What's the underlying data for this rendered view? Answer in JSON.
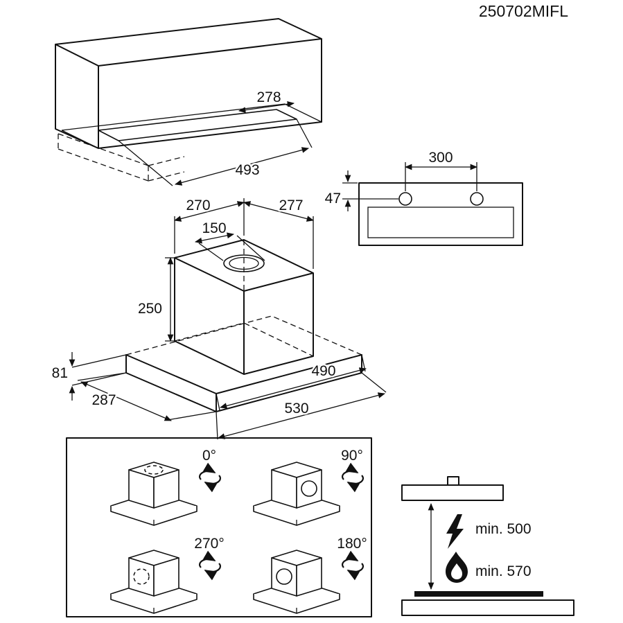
{
  "page": {
    "background": "#ffffff",
    "line_color": "#111111"
  },
  "header": {
    "model_number": "250702MIFL"
  },
  "cabinet_view": {
    "dim_cutout_depth": "278",
    "dim_cutout_width": "493"
  },
  "front_view": {
    "dim_bracket_spacing": "300",
    "dim_top_offset": "47"
  },
  "iso_view": {
    "dim_top_depth": "270",
    "dim_top_width": "277",
    "dim_duct_diameter": "150",
    "dim_body_height": "250",
    "dim_panel_height": "81",
    "dim_panel_depth": "287",
    "dim_canopy_width": "490",
    "dim_total_width": "530"
  },
  "orientation_panel": {
    "rotation_icon": "rotation-arrows",
    "cells": [
      {
        "angle": "0°"
      },
      {
        "angle": "90°"
      },
      {
        "angle": "270°"
      },
      {
        "angle": "180°"
      }
    ]
  },
  "clearance_view": {
    "electric_icon": "lightning-bolt",
    "gas_icon": "gas-flame",
    "electric_clearance": "min. 500",
    "gas_clearance": "min. 570"
  }
}
